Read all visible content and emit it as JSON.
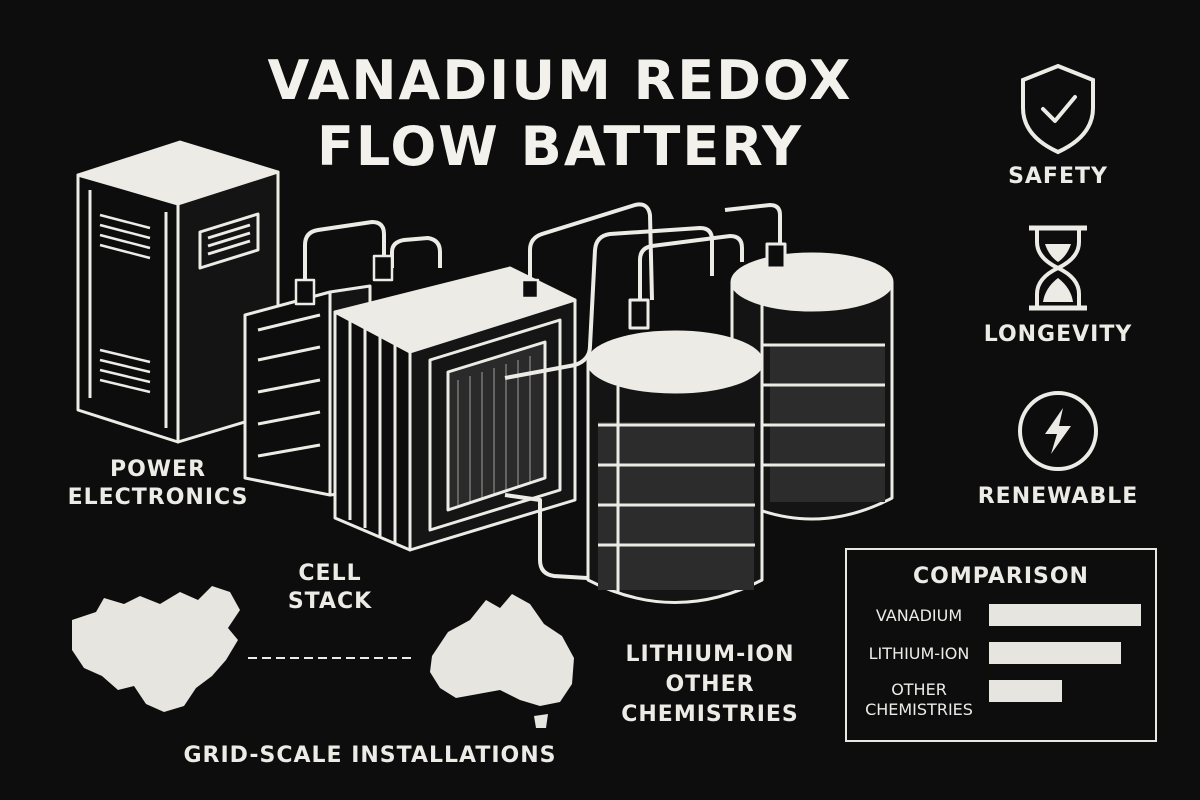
{
  "title": {
    "line1": "VANADIUM REDOX",
    "line2": "FLOW BATTERY"
  },
  "labels": {
    "power_electronics": {
      "line1": "POWER",
      "line2": "ELECTRONICS"
    },
    "cell_stack": {
      "line1": "CELL",
      "line2": "STACK"
    },
    "tanks": {
      "line1": "LITHIUM-ION",
      "line2": "OTHER",
      "line3": "CHEMISTRIES"
    },
    "grid": "GRID-SCALE INSTALLATIONS"
  },
  "features": [
    {
      "label": "SAFETY",
      "icon": "shield-check-icon"
    },
    {
      "label": "LONGEVITY",
      "icon": "hourglass-icon"
    },
    {
      "label": "RENEWABLE",
      "icon": "lightning-bolt-icon"
    }
  ],
  "comparison": {
    "title": "COMPARISON",
    "rows": [
      {
        "label": "VANADIUM",
        "value": 1.0
      },
      {
        "label": "LITHIUM-ION",
        "value": 0.87
      },
      {
        "label": "OTHER CHEMISTRIES",
        "value": 0.48
      }
    ]
  },
  "colors": {
    "background": "#0d0d0d",
    "ink": "#ecebe6"
  }
}
